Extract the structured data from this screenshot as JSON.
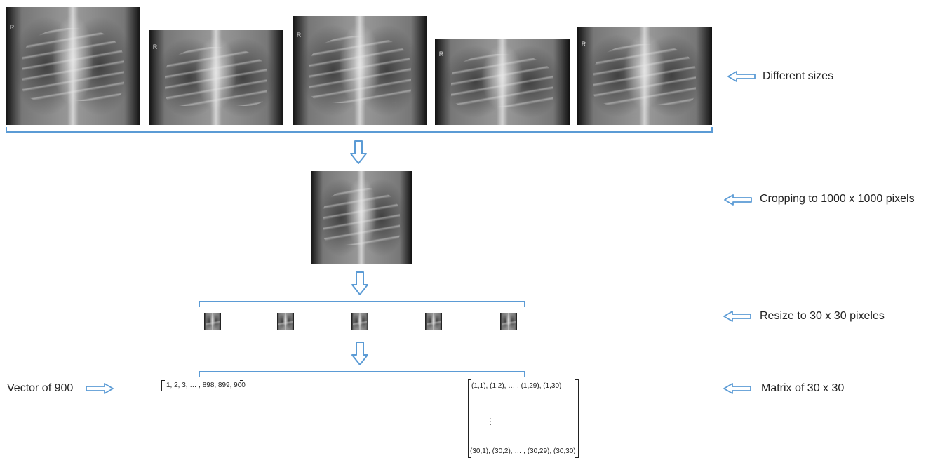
{
  "labels": {
    "different_sizes": "Different sizes",
    "cropping": "Cropping to 1000 x 1000 pixels",
    "resize": "Resize to 30 x 30 pixeles",
    "matrix": "Matrix of 30 x 30",
    "vector": "Vector of 900"
  },
  "xray_marker": "R",
  "vector_content": "1, 2, 3, … , 898, 899, 900",
  "matrix": {
    "row_first": "(1,1), (1,2),          …   , (1,29), (1,30)",
    "row_dots": "⋮",
    "row_last": "(30,1), (30,2),  …  , (30,29), (30,30)"
  },
  "colors": {
    "accent": "#5b9bd5"
  }
}
